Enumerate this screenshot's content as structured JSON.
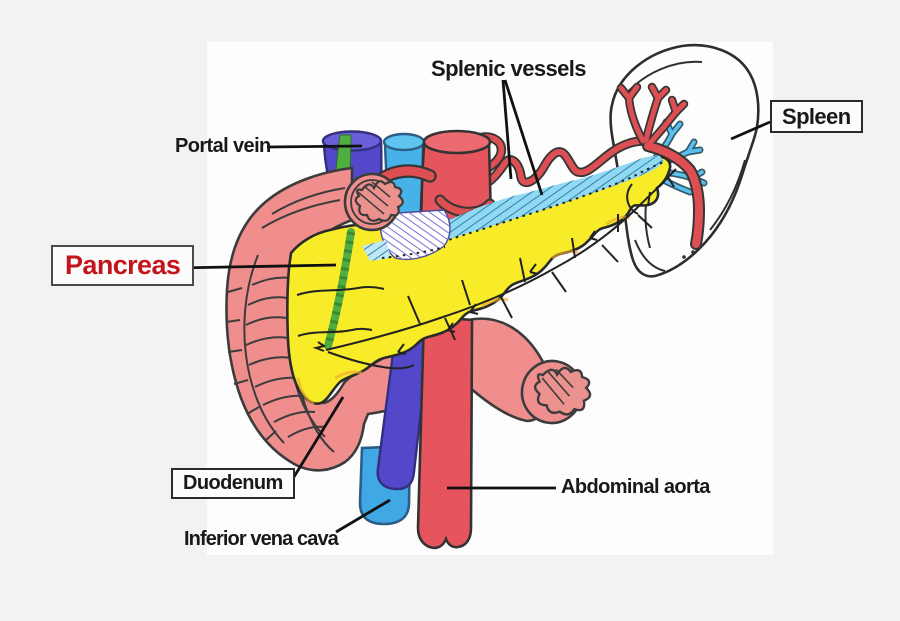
{
  "figure_labels": {
    "splenic_vessels": {
      "text": "Splenic vessels",
      "boxed": false
    },
    "spleen": {
      "text": "Spleen",
      "boxed": true
    },
    "portal_vein": {
      "text": "Portal vein",
      "boxed": false
    },
    "pancreas": {
      "text": "Pancreas",
      "boxed": true
    },
    "duodenum": {
      "text": "Duodenum",
      "boxed": true
    },
    "inferior_vena_cava": {
      "text": "Inferior vena cava",
      "boxed": false
    },
    "abdominal_aorta": {
      "text": "Abdominal aorta",
      "boxed": false
    }
  },
  "colors": {
    "background": "#f2f2f3",
    "canvas": "#fdfdfd",
    "outline": "#2e2e2e",
    "label_text": "#191919",
    "pancreas_label": "#c3161c",
    "leader": "#111111",
    "pancreas": "#f8ec28",
    "duodenum": "#ef8e8c",
    "aorta": "#e6555e",
    "aorta_top": "#ec6a70",
    "portal_vein": "#5348ca",
    "portal_vein_top": "#6a5fd8",
    "cyan_tube": "#47b2e8",
    "ivc": "#41a8e6",
    "ivc_top": "#60c4f0",
    "splenic_artery": "#dd4f53",
    "splenic_vein": "#5ac0ec",
    "vein_band": "#90d9f4",
    "bile_duct_green": "#4fae3f",
    "hatch_purple": "#6a5fd0",
    "spleen_fill": "#fdfdfb"
  }
}
